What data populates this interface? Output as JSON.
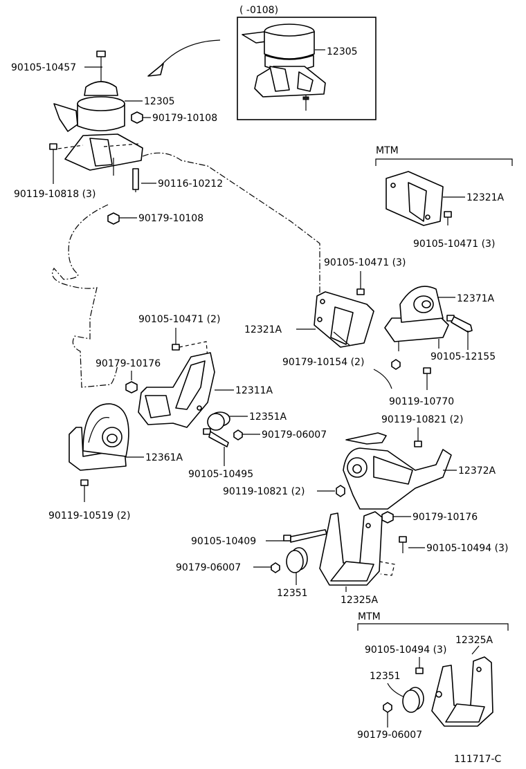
{
  "inset": {
    "date_range": "(          -0108)",
    "part": "12305"
  },
  "mtm_top": {
    "title": "MTM",
    "bracket": "12321A",
    "bolt": "90105-10471 (3)"
  },
  "mtm_bottom": {
    "title": "MTM",
    "bracket": "12325A",
    "bolt": "90105-10494 (3)",
    "insulator": "12351",
    "nut": "90179-06007"
  },
  "labels": {
    "bolt_top": "90105-10457",
    "mount_main": "12305",
    "nut_a": "90179-10108",
    "bolt_a": "90119-10818 (3)",
    "stud": "90116-10212",
    "nut_b": "90179-10108",
    "bolt_b": "90105-10471 (3)",
    "bracket_right": "12321A",
    "mount_right": "12371A",
    "bolt_c": "90105-12155",
    "nut_c": "90179-10154 (2)",
    "bolt_d": "90119-10770",
    "bolt_e": "90105-10471 (2)",
    "nut_d": "90179-10176",
    "bracket_mid": "12311A",
    "insulator_a": "12351A",
    "nut_e": "90179-06007",
    "mount_left": "12361A",
    "bolt_f": "90105-10495",
    "bolt_g": "90119-10519 (2)",
    "bolt_h": "90119-10821 (2)",
    "mount_rear": "12372A",
    "bolt_i": "90119-10821 (2)",
    "nut_f": "90179-10176",
    "bolt_j": "90105-10409",
    "bolt_k": "90105-10494 (3)",
    "nut_g": "90179-06007",
    "insulator_b": "12351",
    "bracket_low": "12325A"
  },
  "figure_id": "111717-C"
}
